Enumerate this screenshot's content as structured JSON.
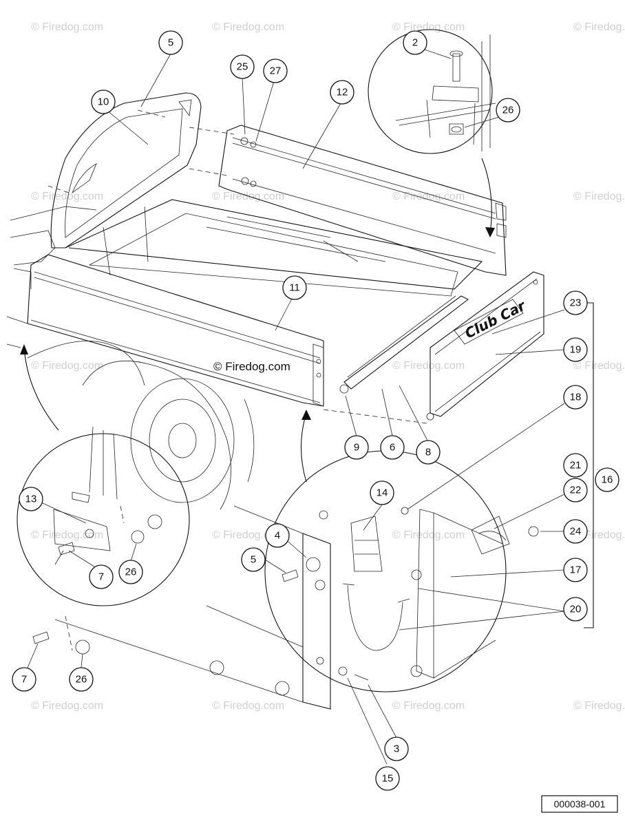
{
  "watermark": "© Firedog.com",
  "center_watermark": "© Firedog.com",
  "reference_code": "000038-001",
  "logo_text": "Club Car",
  "callouts": [
    {
      "id": "c5a",
      "label": "5"
    },
    {
      "id": "c10",
      "label": "10"
    },
    {
      "id": "c25",
      "label": "25"
    },
    {
      "id": "c27",
      "label": "27"
    },
    {
      "id": "c12",
      "label": "12"
    },
    {
      "id": "c2",
      "label": "2"
    },
    {
      "id": "c26a",
      "label": "26"
    },
    {
      "id": "c11",
      "label": "11"
    },
    {
      "id": "c23",
      "label": "23"
    },
    {
      "id": "c19",
      "label": "19"
    },
    {
      "id": "c18",
      "label": "18"
    },
    {
      "id": "c9",
      "label": "9"
    },
    {
      "id": "c6",
      "label": "6"
    },
    {
      "id": "c8",
      "label": "8"
    },
    {
      "id": "c21",
      "label": "21"
    },
    {
      "id": "c22",
      "label": "22"
    },
    {
      "id": "c16",
      "label": "16"
    },
    {
      "id": "c14",
      "label": "14"
    },
    {
      "id": "c13",
      "label": "13"
    },
    {
      "id": "c4",
      "label": "4"
    },
    {
      "id": "c5b",
      "label": "5"
    },
    {
      "id": "c24",
      "label": "24"
    },
    {
      "id": "c17",
      "label": "17"
    },
    {
      "id": "c7a",
      "label": "7"
    },
    {
      "id": "c26b",
      "label": "26"
    },
    {
      "id": "c20",
      "label": "20"
    },
    {
      "id": "c7b",
      "label": "7"
    },
    {
      "id": "c26c",
      "label": "26"
    },
    {
      "id": "c3",
      "label": "3"
    },
    {
      "id": "c15",
      "label": "15"
    }
  ]
}
